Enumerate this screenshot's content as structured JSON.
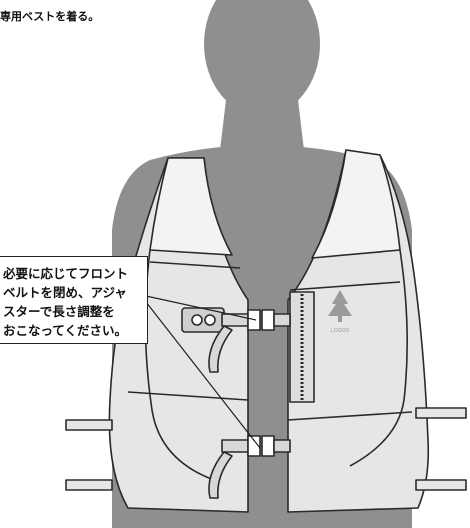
{
  "instruction": "専用ベストを着る。",
  "callout": {
    "lines": [
      "必要に応じてフロント",
      "ベルトを閉め、アジャ",
      "スターで長さ調整を",
      "おこなってください。"
    ]
  },
  "vest": {
    "logo_text": "LOGOS"
  },
  "colors": {
    "silhouette": "#8f8f8f",
    "vest_body": "#e6e6e6",
    "vest_panel": "#f3f3f3",
    "outline": "#2a2a2a"
  }
}
